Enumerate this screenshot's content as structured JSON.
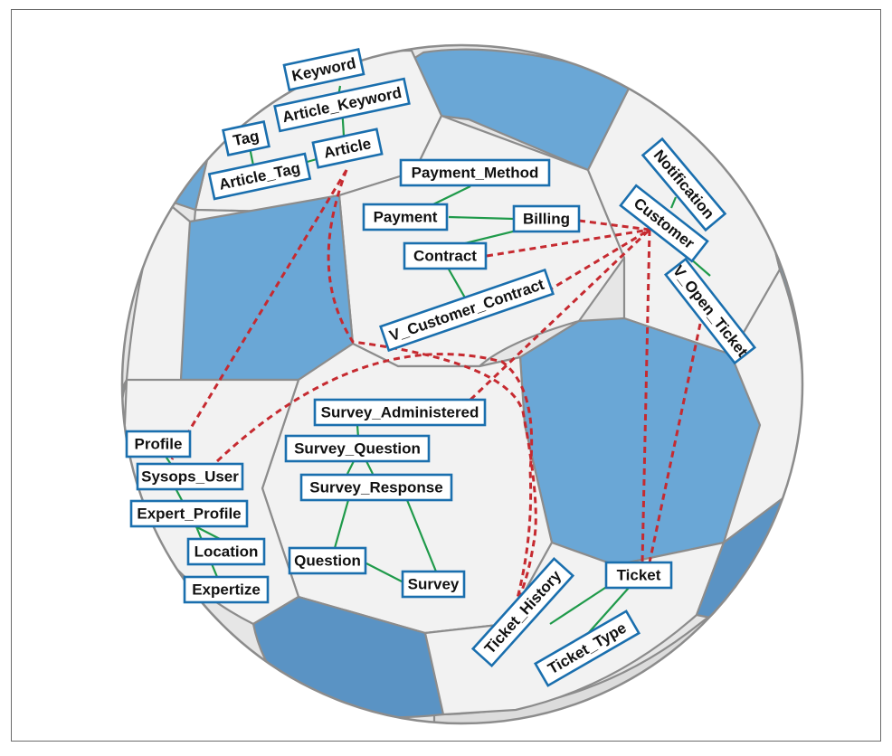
{
  "colors": {
    "node_border": "#1a6fae",
    "relationship_line": "#1f9a4a",
    "cross_reference_line": "#c62a30",
    "ball_blue": "#6aa7d6",
    "ball_white": "#f2f2f2"
  },
  "nodes": {
    "keyword": "Keyword",
    "article_keyword": "Article_Keyword",
    "tag": "Tag",
    "article": "Article",
    "article_tag": "Article_Tag",
    "payment_method": "Payment_Method",
    "payment": "Payment",
    "billing": "Billing",
    "contract": "Contract",
    "v_customer_contract": "V_Customer_Contract",
    "notification": "Notification",
    "customer": "Customer",
    "v_open_ticket": "V_Open_Ticket",
    "survey_administered": "Survey_Administered",
    "survey_question": "Survey_Question",
    "survey_response": "Survey_Response",
    "question": "Question",
    "survey": "Survey",
    "profile": "Profile",
    "sysops_user": "Sysops_User",
    "expert_profile": "Expert_Profile",
    "location": "Location",
    "expertize": "Expertize",
    "ticket": "Ticket",
    "ticket_history": "Ticket_History",
    "ticket_type": "Ticket_Type"
  }
}
